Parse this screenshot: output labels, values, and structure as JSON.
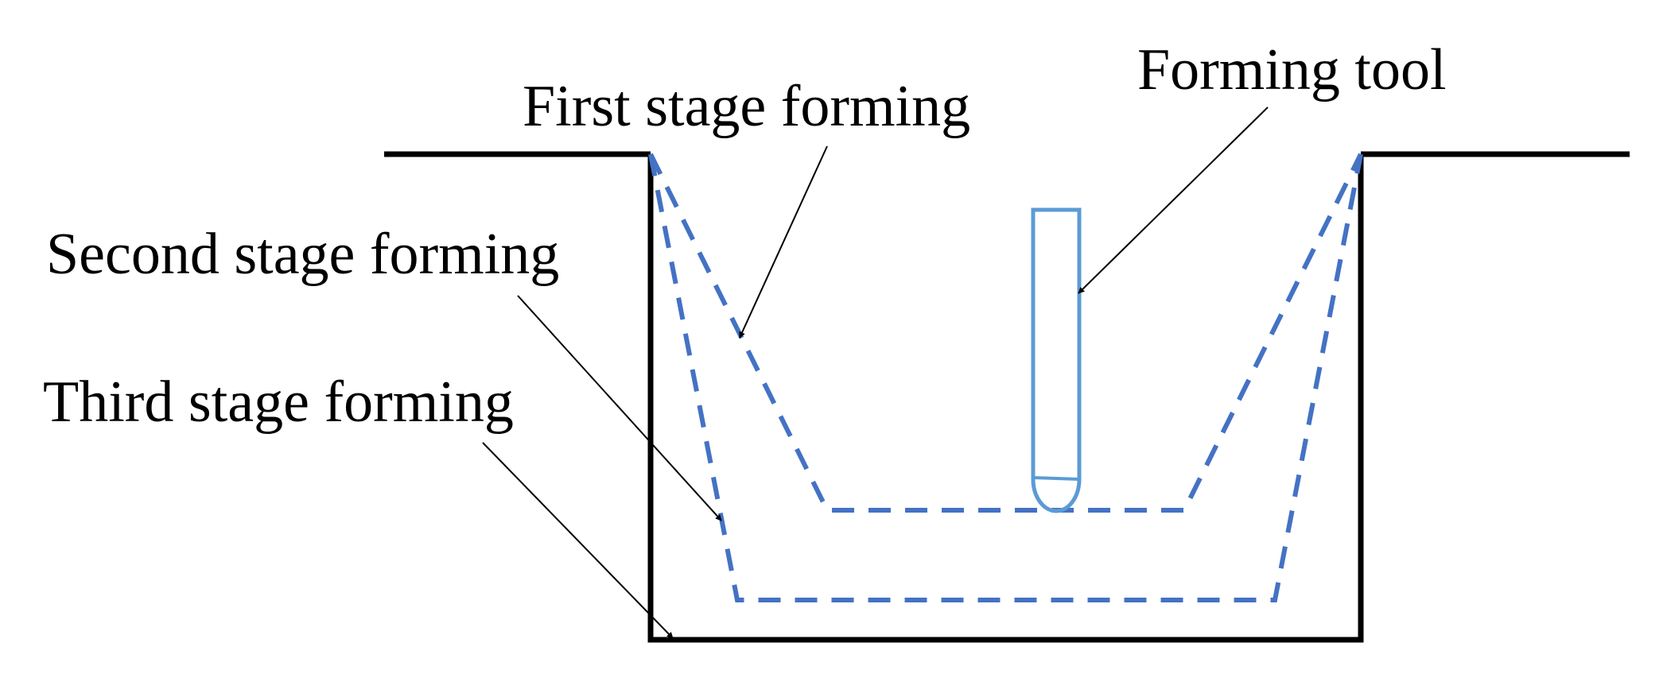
{
  "labels": {
    "first_stage": "First stage forming",
    "second_stage": "Second stage forming",
    "third_stage": "Third stage forming",
    "forming_tool": "Forming tool"
  },
  "colors": {
    "outline": "#000000",
    "stage_paths": "#4472C4",
    "tool": "#5B9BD5",
    "background": "#FFFFFF"
  }
}
